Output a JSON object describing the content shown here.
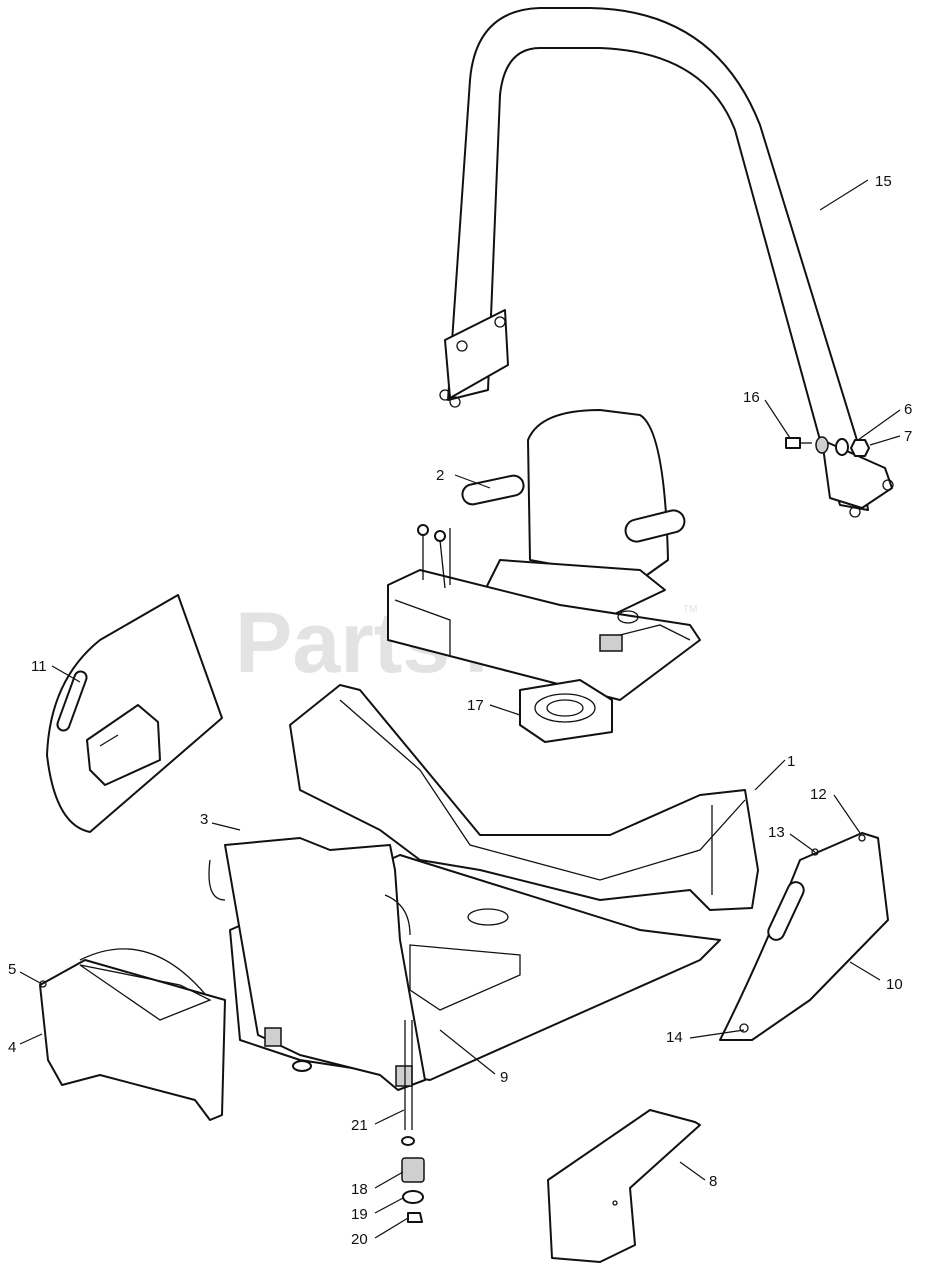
{
  "watermark": {
    "text": "PartsTree",
    "mark": "TM"
  },
  "callouts": {
    "c1": "1",
    "c2": "2",
    "c3": "3",
    "c4": "4",
    "c5": "5",
    "c6": "6",
    "c7": "7",
    "c8": "8",
    "c9": "9",
    "c10": "10",
    "c11": "11",
    "c12": "12",
    "c13": "13",
    "c14": "14",
    "c15": "15",
    "c16": "16",
    "c17": "17",
    "c18": "18",
    "c19": "19",
    "c20": "20",
    "c21": "21"
  }
}
